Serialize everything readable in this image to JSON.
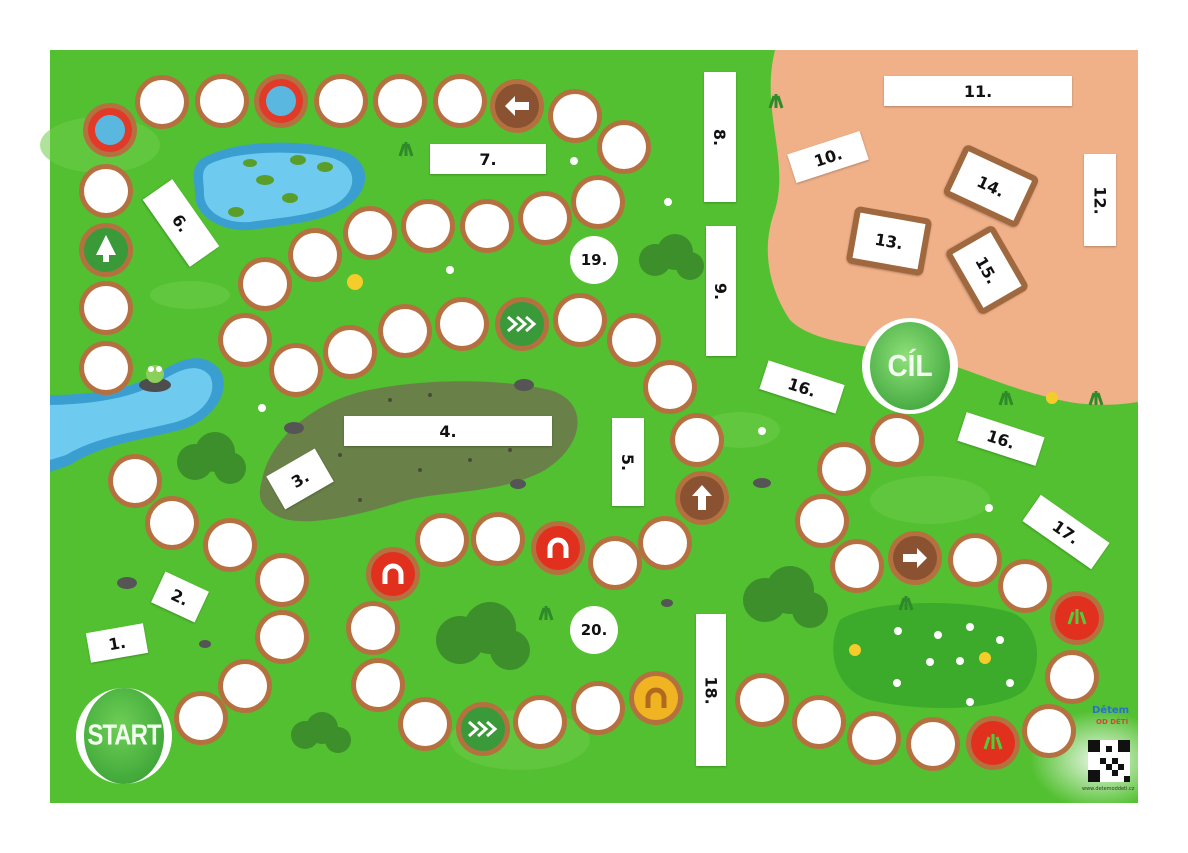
{
  "board": {
    "start_label": "START",
    "finish_label": "CÍL",
    "field_labels": {
      "l1": "1.",
      "l2": "2.",
      "l3": "3.",
      "l4": "4.",
      "l5": "5.",
      "l6": "6.",
      "l7": "7.",
      "l8": "8.",
      "l9": "9.",
      "l10": "10.",
      "l11": "11.",
      "l12": "12.",
      "l13": "13.",
      "l14": "14.",
      "l15": "15.",
      "l16a": "16.",
      "l16b": "16.",
      "l17": "17.",
      "l18": "18.",
      "l19": "19.",
      "l20": "20."
    },
    "space_icons": [
      "blank",
      "red-ring",
      "tree",
      "horseshoe",
      "arrow-left",
      "arrow-right",
      "arrow-up",
      "triple-chevron",
      "red-grass"
    ],
    "colors": {
      "grass": "#52c030",
      "sand": "#f0b088",
      "space_rim": "#b5703f",
      "red_space": "#e2301e",
      "yellow_space": "#f0b423",
      "brown_space": "#8a5231",
      "green_space": "#3a9a3a",
      "water": "#5ab8e0"
    }
  },
  "brand": {
    "name_line1": "Dětem",
    "name_line2": "OD DĚTÍ",
    "url": "www.detemoddeti.cz"
  }
}
